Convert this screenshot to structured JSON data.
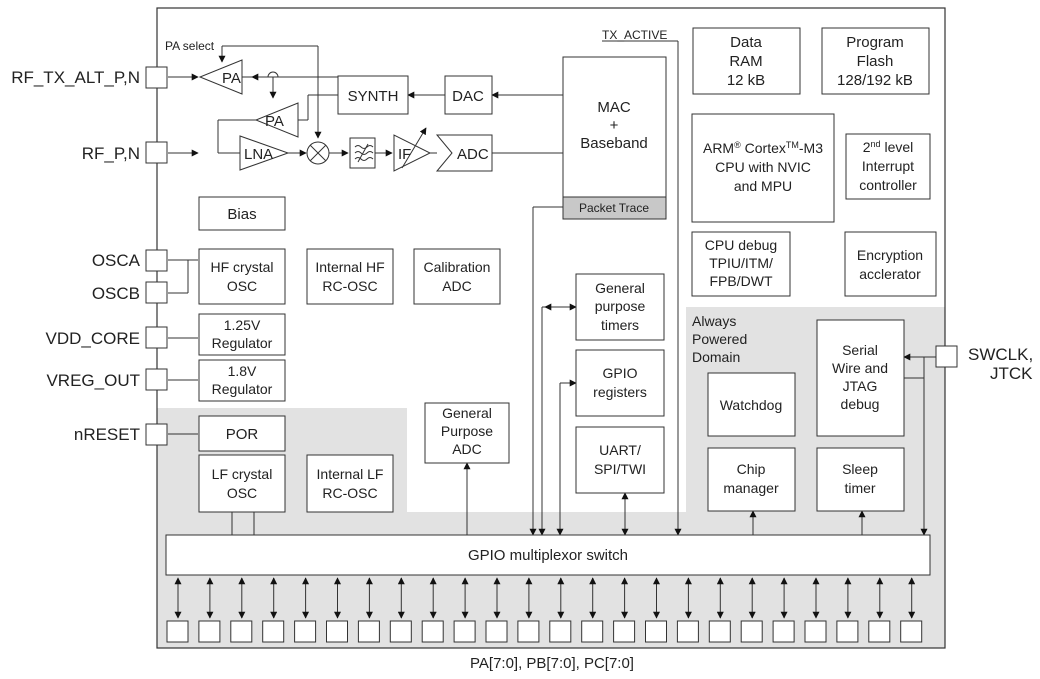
{
  "pins_left": {
    "rf_tx_alt": "RF_TX_ALT_P,N",
    "rf_p": "RF_P,N",
    "osca": "OSCA",
    "oscb": "OSCB",
    "vdd_core": "VDD_CORE",
    "vreg_out": "VREG_OUT",
    "nreset": "nRESET"
  },
  "pins_right": {
    "swclk_l1": "SWCLK,",
    "swclk_l2": "JTCK"
  },
  "rf": {
    "pa_select": "PA select",
    "pa": "PA",
    "lna": "LNA",
    "if_label": "IF",
    "adc": "ADC",
    "dac": "DAC",
    "synth": "SYNTH",
    "tx_active": "TX_ACTIVE"
  },
  "mac": {
    "l1": "MAC",
    "l2": "+",
    "l3": "Baseband",
    "packet_trace": "Packet Trace"
  },
  "blocks": {
    "data_ram": [
      "Data",
      "RAM",
      "12 kB"
    ],
    "program_flash": [
      "Program",
      "Flash",
      "128/192 kB"
    ],
    "cpu": {
      "arm": "ARM",
      "reg": "®",
      "cortex": " Cortex",
      "tm": "TM",
      "m3": "-M3",
      "l2": "CPU with NVIC",
      "l3": "and MPU"
    },
    "interrupt": {
      "n2": "2",
      "nd": "nd",
      "level": " level",
      "l2": "Interrupt",
      "l3": "controller"
    },
    "cpu_debug": [
      "CPU debug",
      "TPIU/ITM/",
      "FPB/DWT"
    ],
    "encryption": [
      "Encryption",
      "acclerator"
    ],
    "bias": "Bias",
    "hf_crystal": [
      "HF crystal",
      "OSC"
    ],
    "internal_hf": [
      "Internal HF",
      "RC-OSC"
    ],
    "calibration_adc": [
      "Calibration",
      "ADC"
    ],
    "reg_125": [
      "1.25V",
      "Regulator"
    ],
    "reg_18": [
      "1.8V",
      "Regulator"
    ],
    "por": "POR",
    "lf_crystal": [
      "LF crystal",
      "OSC"
    ],
    "internal_lf": [
      "Internal LF",
      "RC-OSC"
    ],
    "gp_adc": [
      "General",
      "Purpose",
      "ADC"
    ],
    "gp_timers": [
      "General",
      "purpose",
      "timers"
    ],
    "gpio_registers": [
      "GPIO",
      "registers"
    ],
    "uart": [
      "UART/",
      "SPI/TWI"
    ],
    "always_powered": [
      "Always",
      "Powered",
      "Domain"
    ],
    "watchdog": "Watchdog",
    "swj": [
      "Serial",
      "Wire and",
      "JTAG",
      "debug"
    ],
    "chip_manager": [
      "Chip",
      "manager"
    ],
    "sleep_timer": [
      "Sleep",
      "timer"
    ],
    "gpio_mux": "GPIO multiplexor switch"
  },
  "bottom_pins": "PA[7:0], PB[7:0], PC[7:0]",
  "colors": {
    "shade": "#e2e2e2",
    "packet_trace": "#c8c8c8",
    "line": "#333333"
  }
}
